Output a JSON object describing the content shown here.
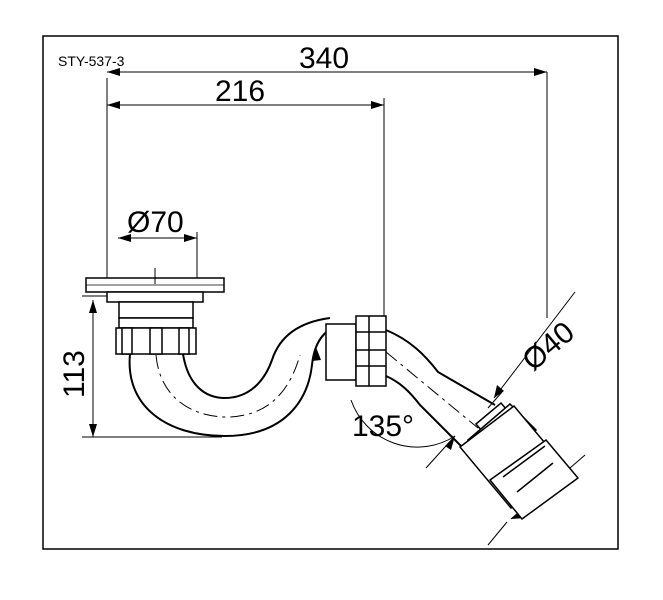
{
  "drawing": {
    "code": "STY-537-3",
    "dimensions": {
      "overall_length": "340",
      "outlet_center": "216",
      "flange_diameter": "Ø70",
      "height": "113",
      "pipe_diameter": "Ø40",
      "angle": "135°"
    }
  },
  "colors": {
    "line": "#000000",
    "background": "#ffffff"
  }
}
